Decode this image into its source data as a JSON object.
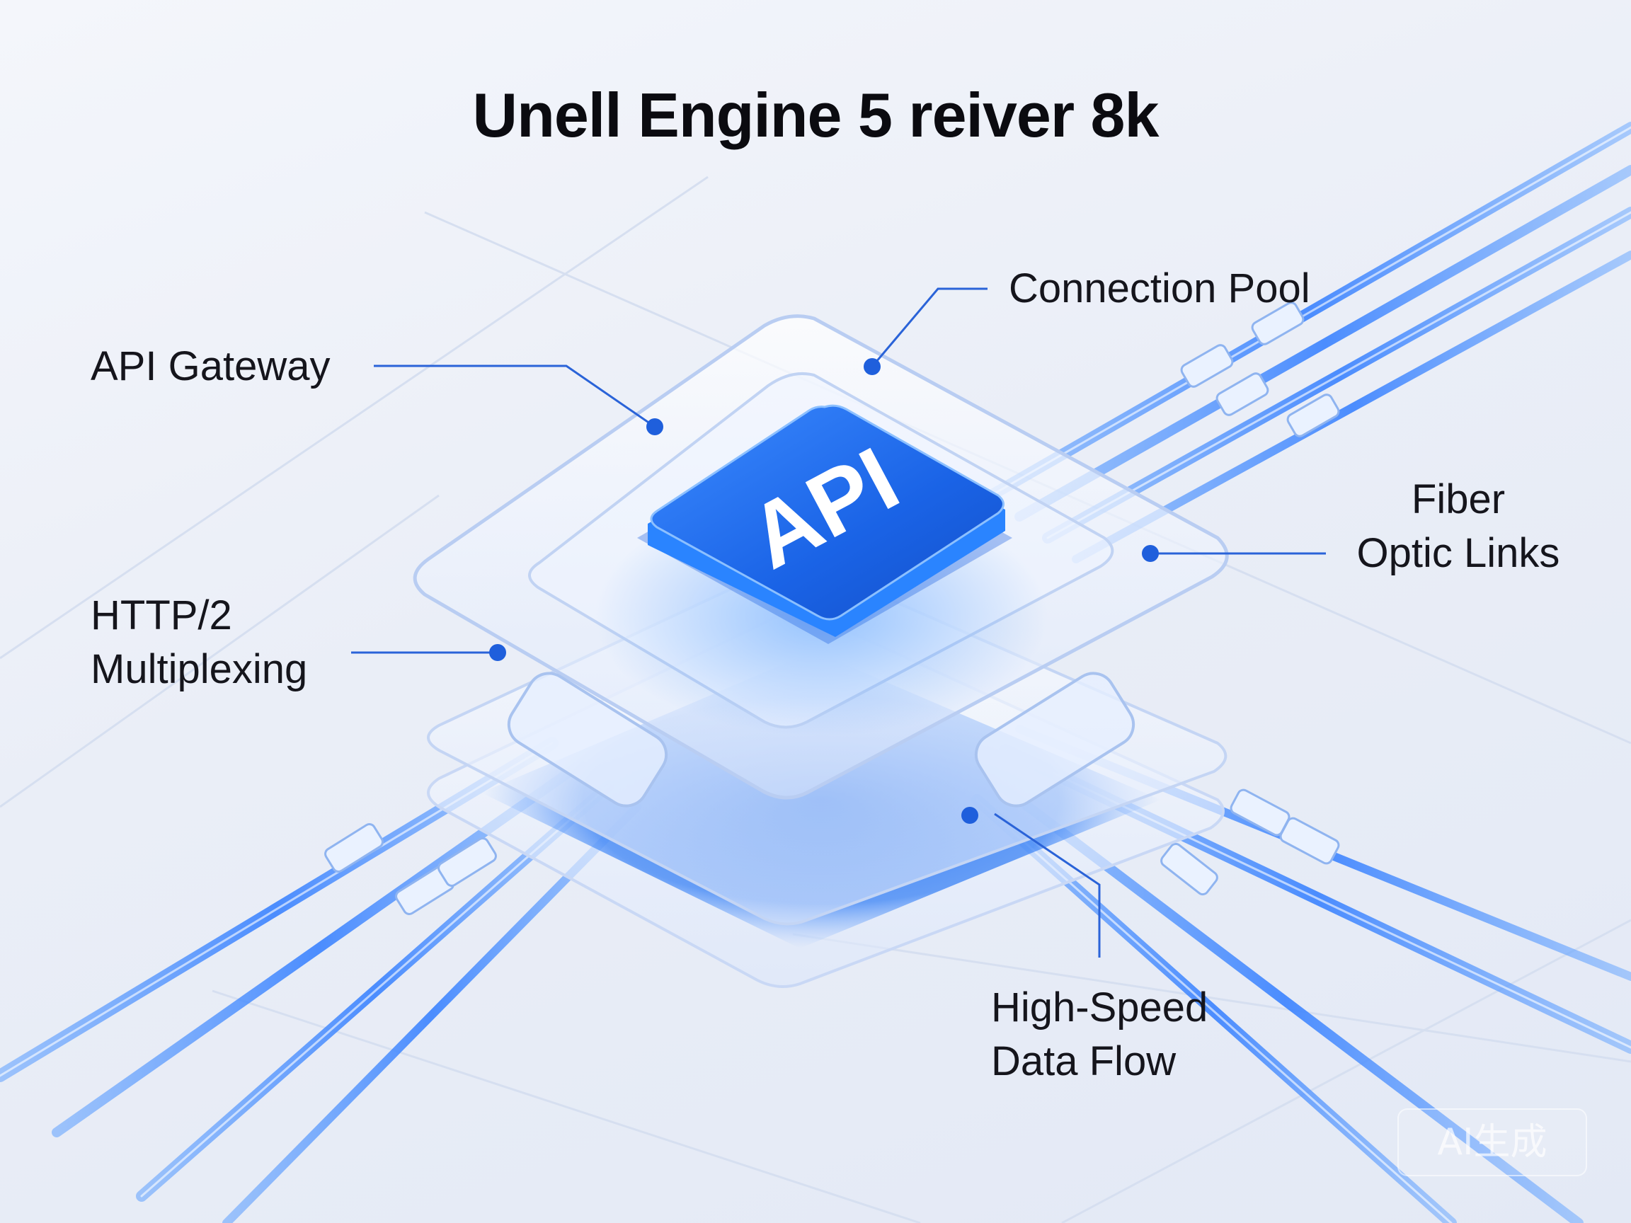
{
  "title": "Unell Engine 5 reiver 8k",
  "chip_label": "API",
  "callouts": {
    "api_gateway": [
      "API Gateway"
    ],
    "connection_pool": [
      "Connection Pool"
    ],
    "fiber_optic_links": [
      "Fiber",
      "Optic Links"
    ],
    "http2_multiplexing": [
      "HTTP/2",
      "Multiplexing"
    ],
    "high_speed_data_flow": [
      "High-Speed",
      "Data Flow"
    ]
  },
  "watermark": "AI生成",
  "colors": {
    "accent": "#1f6ef0",
    "chip": "#1a63e6",
    "callout_line": "#2a63d8",
    "text": "#15151c"
  }
}
